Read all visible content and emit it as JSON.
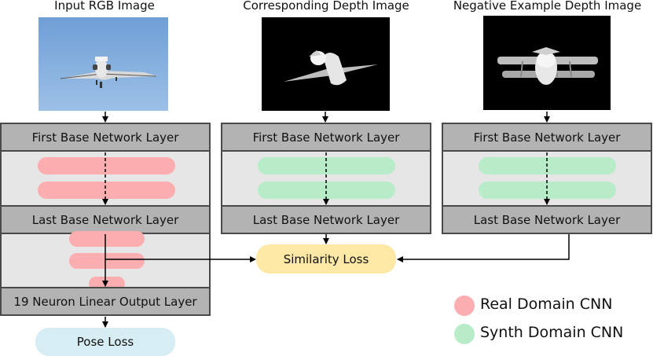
{
  "columns": [
    {
      "title": "Input RGB Image",
      "first_layer": "First Base Network Layer",
      "last_layer": "Last Base Network Layer"
    },
    {
      "title": "Corresponding Depth Image",
      "first_layer": "First Base Network Layer",
      "last_layer": "Last Base Network Layer"
    },
    {
      "title": "Negative Example Depth Image",
      "first_layer": "First Base Network Layer",
      "last_layer": "Last Base Network Layer"
    }
  ],
  "output_layer": "19 Neuron Linear Output Layer",
  "similarity_loss": "Similarity Loss",
  "pose_loss": "Pose Loss",
  "legend": {
    "real": {
      "label": "Real Domain CNN",
      "color": "#fbadb0"
    },
    "synth": {
      "label": "Synth Domain CNN",
      "color": "#b8ecc9"
    }
  }
}
